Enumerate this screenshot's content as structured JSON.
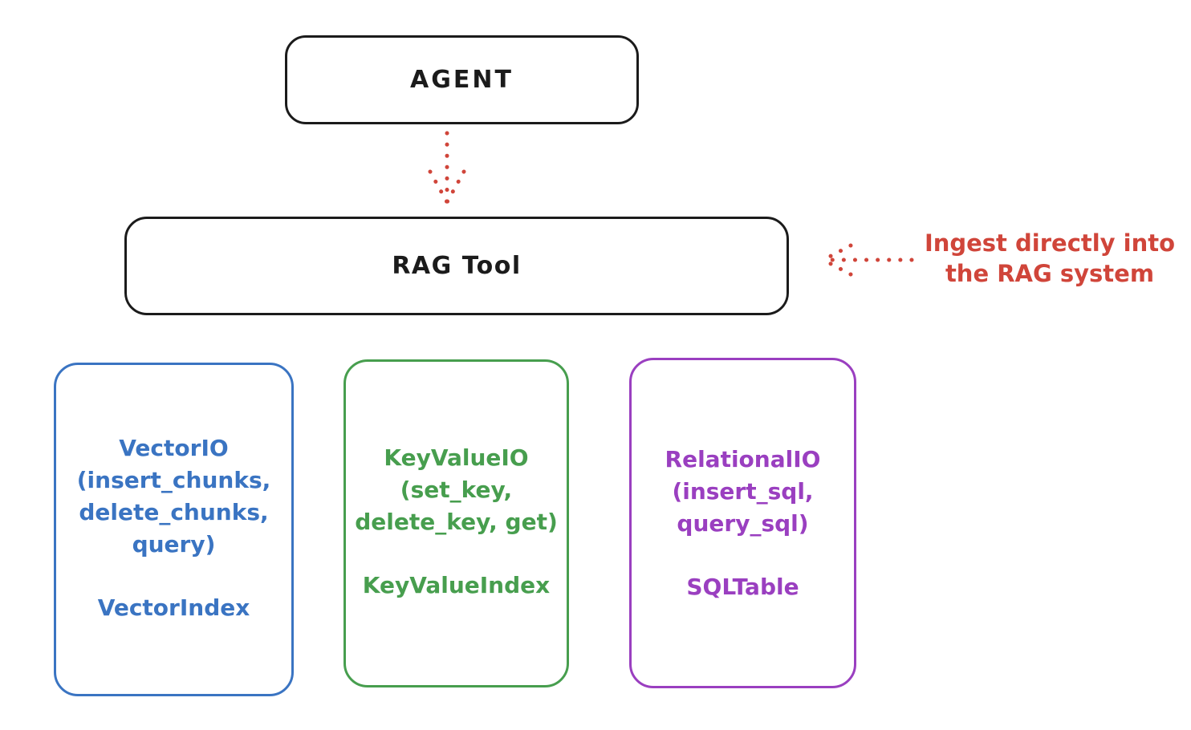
{
  "agent": {
    "label": "AGENT"
  },
  "rag_tool": {
    "label": "RAG Tool"
  },
  "annotation": {
    "line1": "Ingest directly into",
    "line2": "the RAG system"
  },
  "arrows": [
    {
      "name": "agent-to-rag-dotted-arrow",
      "direction": "down",
      "color": "#d0453a"
    },
    {
      "name": "annotation-to-rag-dotted-arrow",
      "direction": "left",
      "color": "#d0453a"
    }
  ],
  "boxes": [
    {
      "name": "VectorIO",
      "lines": [
        "VectorIO",
        "(insert_chunks,",
        "delete_chunks,",
        "query)"
      ],
      "footer": "VectorIndex",
      "color": "#3a74c2"
    },
    {
      "name": "KeyValueIO",
      "lines": [
        "KeyValueIO",
        "(set_key,",
        "delete_key, get)"
      ],
      "footer": "KeyValueIndex",
      "color": "#479e4e"
    },
    {
      "name": "RelationalIO",
      "lines": [
        "RelationalIO",
        "(insert_sql,",
        "query_sql)"
      ],
      "footer": "SQLTable",
      "color": "#9a3fc0"
    }
  ],
  "colors": {
    "ink": "#1b1b1b",
    "red": "#d0453a",
    "blue": "#3a74c2",
    "green": "#479e4e",
    "purple": "#9a3fc0",
    "background": "#ffffff"
  }
}
